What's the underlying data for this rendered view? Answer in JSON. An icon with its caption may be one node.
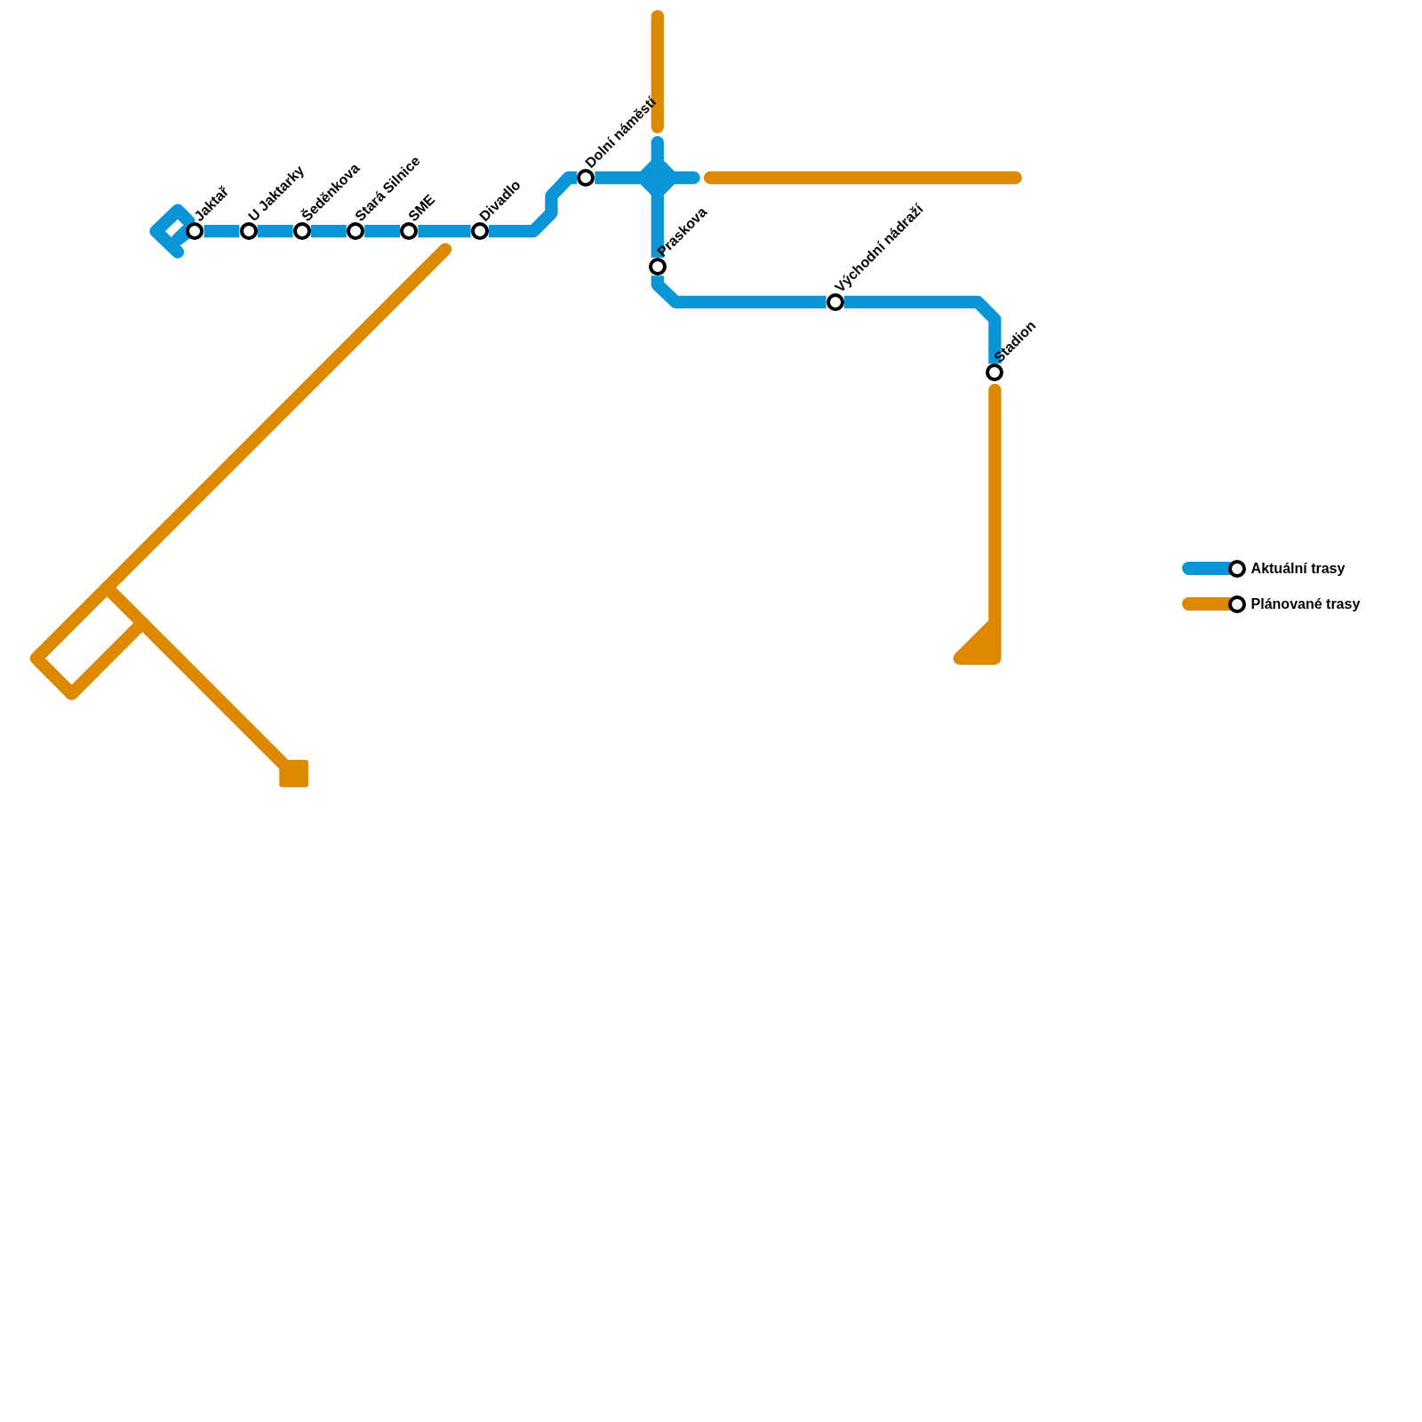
{
  "diagram": {
    "nodes": [
      {
        "text": [
          "Jaktař"
        ]
      },
      {
        "text": [
          "U Jaktarky"
        ]
      },
      {
        "text": [
          "Šeděnkova"
        ]
      },
      {
        "text": [
          "Stará Silnice"
        ]
      },
      {
        "text": [
          "SME"
        ]
      },
      {
        "text": [
          "Divadlo"
        ]
      },
      {
        "text": [
          "Dolní náměstí"
        ]
      },
      {
        "text": [
          "Praskova"
        ]
      },
      {
        "text": [
          "Východní nádraží"
        ]
      },
      {
        "text": [
          "Stadion"
        ]
      }
    ],
    "edges": [
      {
        "from": 0,
        "to": 1,
        "arrow": "none"
      },
      {
        "from": 1,
        "to": 2,
        "arrow": "none"
      },
      {
        "from": 2,
        "to": 3,
        "arrow": "none"
      },
      {
        "from": 3,
        "to": 4,
        "arrow": "none"
      },
      {
        "from": 4,
        "to": 5,
        "arrow": "none"
      },
      {
        "from": 5,
        "to": 6,
        "arrow": "none"
      },
      {
        "from": 6,
        "to": 7,
        "arrow": "none"
      },
      {
        "from": 7,
        "to": 8,
        "arrow": "none"
      },
      {
        "from": 8,
        "to": 9,
        "arrow": "none"
      }
    ],
    "legend": [
      {
        "text": "Aktuální trasy",
        "color": "#0a96d6"
      },
      {
        "text": "Plánované trasy",
        "color": "#de8800"
      }
    ]
  }
}
